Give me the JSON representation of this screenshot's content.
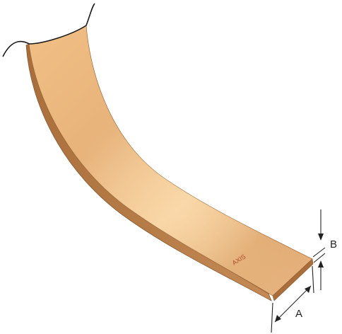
{
  "diagram": {
    "strip_label": "AXIS",
    "dimension_a": "A",
    "dimension_b": "B"
  },
  "colors": {
    "strip_light": "#f3c68c",
    "strip_mid": "#dea468",
    "strip_dark": "#b47a44",
    "edge": "#8a5a30",
    "strip_text": "#b2472a",
    "dimension_lines": "#222222"
  }
}
